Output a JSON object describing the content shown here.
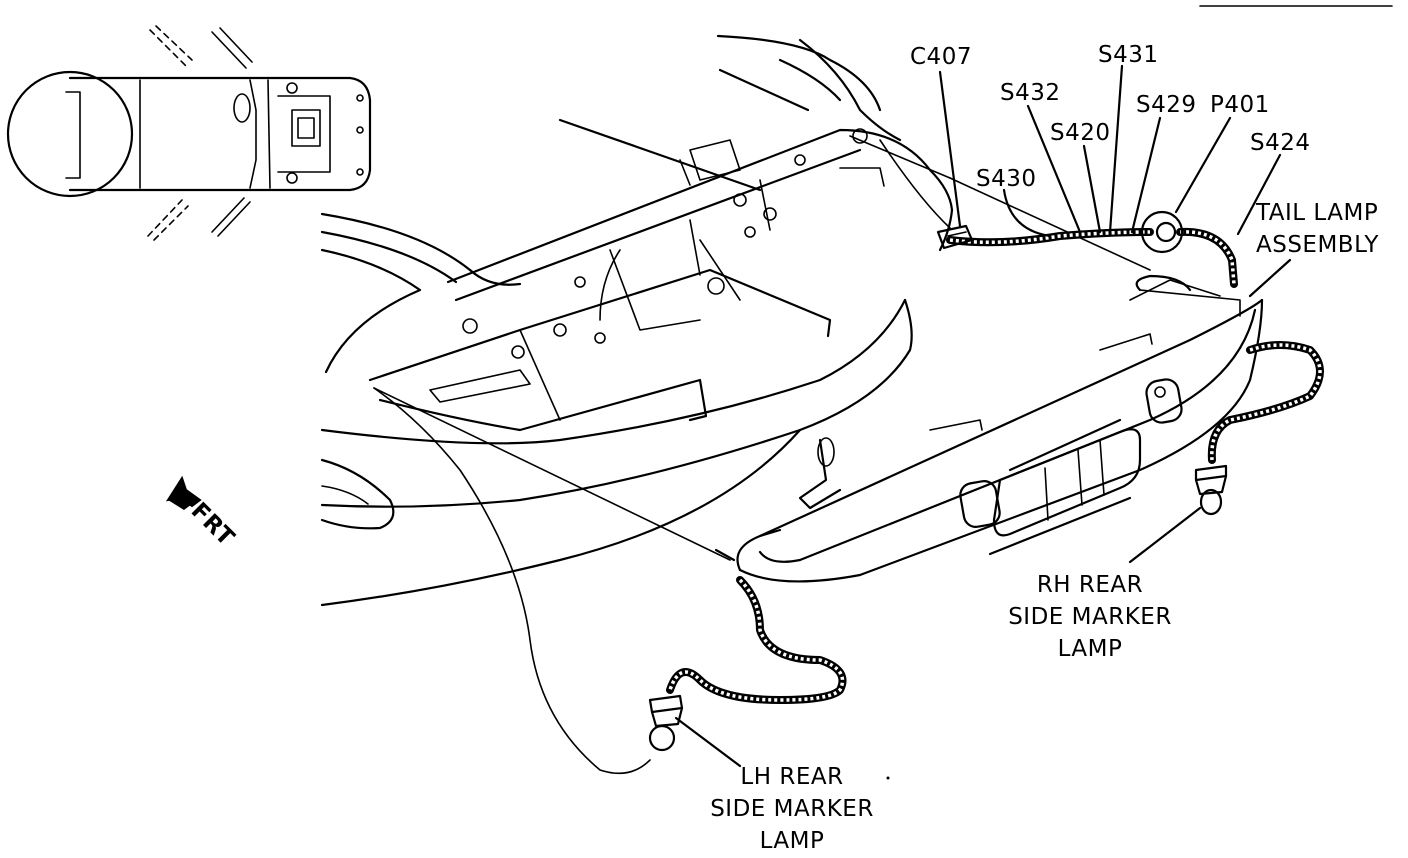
{
  "labels": {
    "c407": "C407",
    "s431": "S431",
    "s432": "S432",
    "s420": "S420",
    "s429": "S429",
    "p401": "P401",
    "s424": "S424",
    "s430": "S430",
    "tail_lamp_1": "TAIL LAMP",
    "tail_lamp_2": "ASSEMBLY",
    "rh_1": "RH REAR",
    "rh_2": "SIDE MARKER",
    "rh_3": "LAMP",
    "lh_1": "LH REAR",
    "lh_2": "SIDE MARKER",
    "lh_3": "LAMP",
    "front_arrow": "FRT"
  },
  "icons": {
    "front_arrow": "front-direction-arrow-icon",
    "vehicle_locator": "vehicle-top-view-icon"
  }
}
